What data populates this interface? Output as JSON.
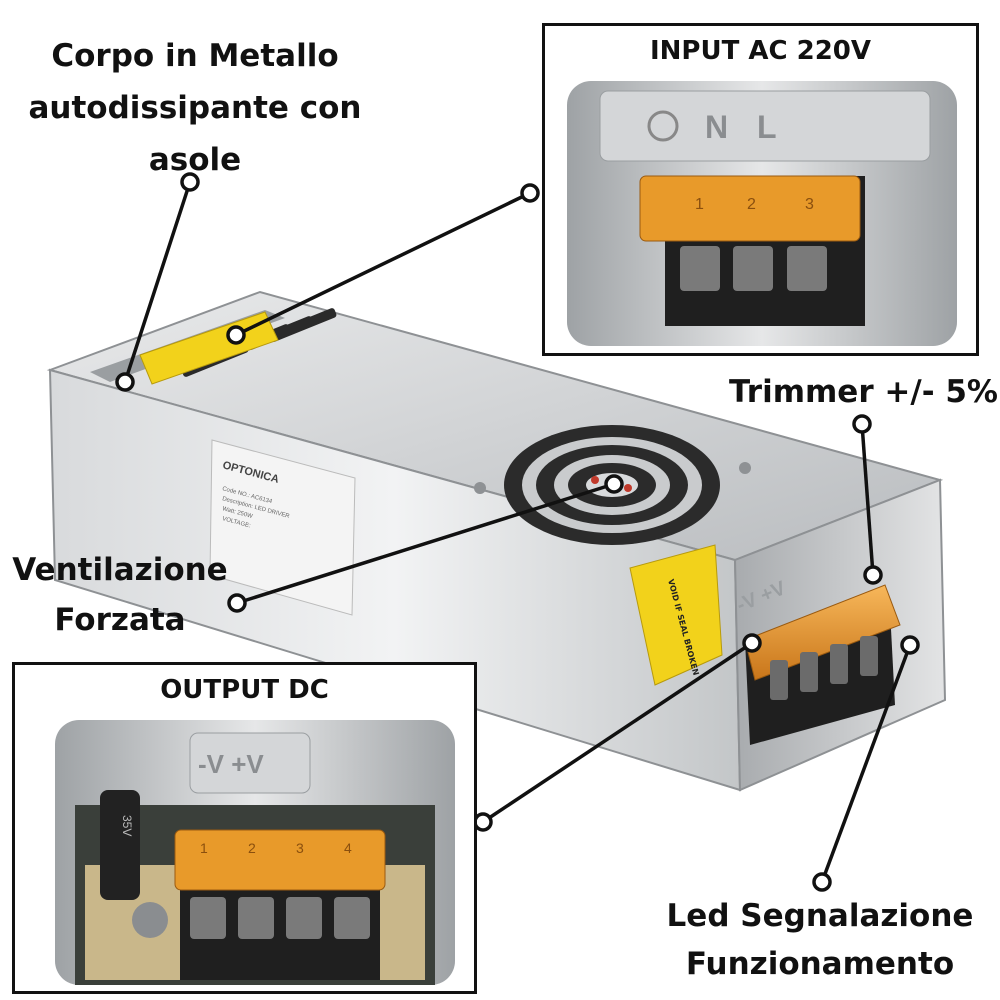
{
  "labels": {
    "body": "Corpo in Metallo autodissipante con asole",
    "input": "INPUT AC 220V",
    "trimmer": "Trimmer +/- 5%",
    "ventilation": "Ventilazione Forzata",
    "output": "OUTPUT DC",
    "led": "Led Segnalazione Funzionamento"
  },
  "device": {
    "brand": "OPTONICA",
    "sticker_lines": [
      "Code NO.: AC6134",
      "Description: LED DRIVER",
      "Watt: 250W",
      "VOLTAGE:"
    ],
    "warranty_seal": "VOID IF SEAL BROKEN",
    "terminal_input_marks": [
      "N",
      "L"
    ],
    "terminal_numbers_input": [
      "1",
      "2",
      "3"
    ],
    "terminal_numbers_output": [
      "1",
      "2",
      "3",
      "4"
    ],
    "terminal_output_marks": "-V +V",
    "capacitor_text": "35V"
  },
  "colors": {
    "metal": "#c9cbcd",
    "metal_dark": "#8e9194",
    "terminal_cover": "#e89a2a",
    "terminal_block": "#1f1f1f",
    "sticker_yellow": "#f2d21b",
    "line": "#111111"
  }
}
